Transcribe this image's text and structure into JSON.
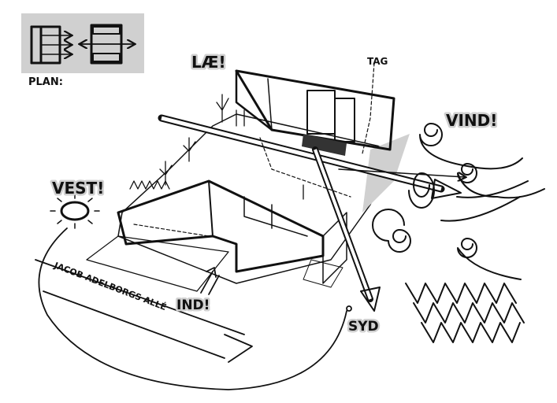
{
  "labels": {
    "plan": "PLAN:",
    "lae": "LÆ!",
    "tag": "TAG",
    "vind": "VIND!",
    "vest": "VEST!",
    "ind": "IND!",
    "syd": "SYD",
    "street": "JACOB ADELBORGS ALLÉ"
  },
  "colors": {
    "ink": "#111111",
    "shade": "#d0d0d0",
    "paper": "#ffffff"
  }
}
